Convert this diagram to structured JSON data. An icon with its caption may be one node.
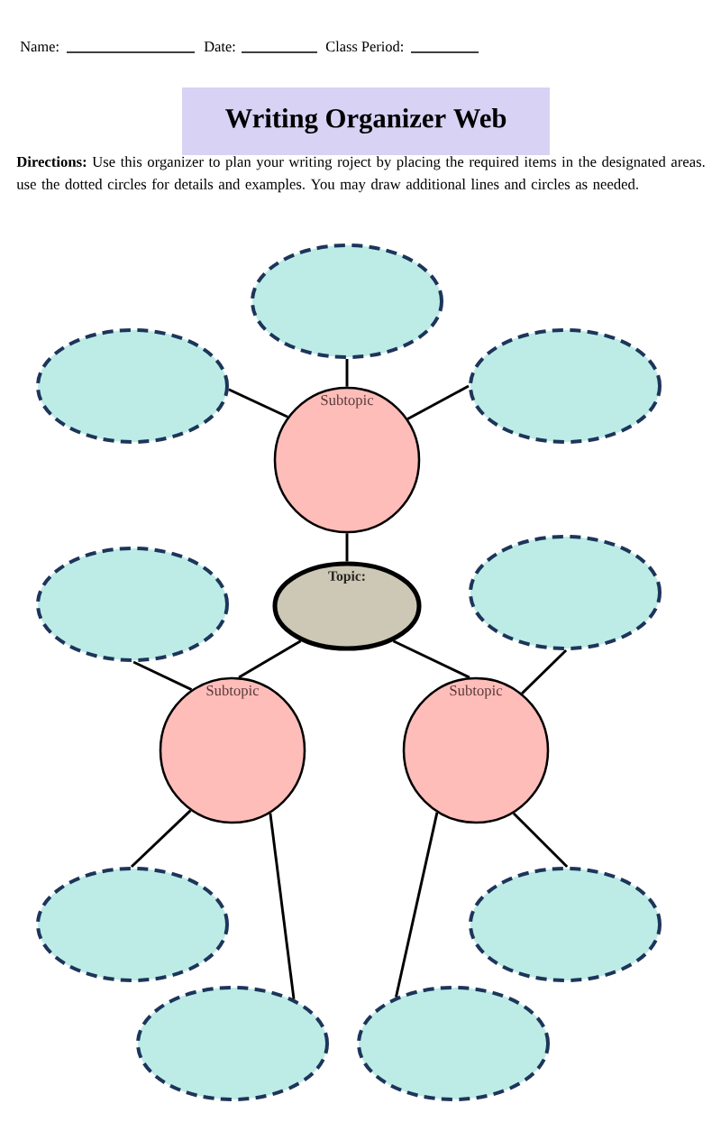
{
  "diagram": {
    "title": "Writing Organizer Web",
    "nodes": [
      {
        "text": [],
        "shape": "ellipse"
      },
      {
        "text": [],
        "shape": "ellipse"
      },
      {
        "text": [],
        "shape": "ellipse"
      },
      {
        "text": [
          "Subtopic"
        ]
      },
      {
        "text": [],
        "shape": "ellipse"
      },
      {
        "text": [
          "Topic:"
        ]
      },
      {
        "text": [],
        "shape": "ellipse"
      },
      {
        "text": [
          "Subtopic"
        ]
      },
      {
        "text": [
          "Subtopic"
        ]
      },
      {
        "text": [],
        "shape": "ellipse"
      },
      {
        "text": [],
        "shape": "ellipse"
      },
      {
        "text": [],
        "shape": "ellipse"
      },
      {
        "text": [],
        "shape": "ellipse"
      }
    ],
    "edges": [
      {
        "from": 5,
        "to": 3,
        "arrow": "none"
      },
      {
        "from": 3,
        "to": 0,
        "arrow": "none"
      },
      {
        "from": 3,
        "to": 1,
        "arrow": "none"
      },
      {
        "from": 3,
        "to": 2,
        "arrow": "none"
      },
      {
        "from": 5,
        "to": 7,
        "arrow": "none"
      },
      {
        "from": 5,
        "to": 8,
        "arrow": "none"
      },
      {
        "from": 7,
        "to": 4,
        "arrow": "none"
      },
      {
        "from": 8,
        "to": 6,
        "arrow": "none"
      },
      {
        "from": 7,
        "to": 9,
        "arrow": "none"
      },
      {
        "from": 7,
        "to": 11,
        "arrow": "none"
      },
      {
        "from": 8,
        "to": 10,
        "arrow": "none"
      },
      {
        "from": 8,
        "to": 12,
        "arrow": "none"
      }
    ],
    "labels": [
      "Name:",
      "Date:",
      "Class Period:",
      "**Directions:** Use this organizer to plan your writing roject by placing the required items in the designated areas. use the dotted circles for details and examples. You may draw additional lines and circles as needed."
    ]
  }
}
